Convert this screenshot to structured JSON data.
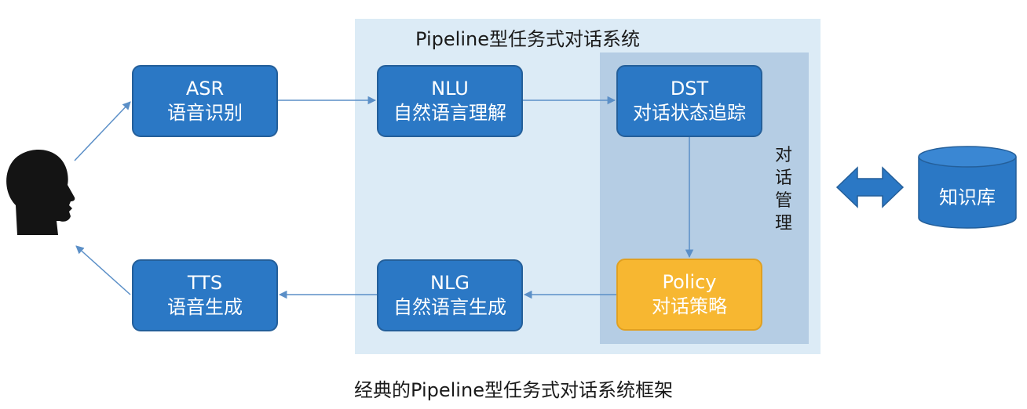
{
  "diagram": {
    "panel_title": "Pipeline型任务式对话系统",
    "dialog_management_label": "对话管理",
    "nodes": {
      "asr": {
        "title": "ASR",
        "subtitle": "语音识别"
      },
      "nlu": {
        "title": "NLU",
        "subtitle": "自然语言理解"
      },
      "dst": {
        "title": "DST",
        "subtitle": "对话状态追踪"
      },
      "policy": {
        "title": "Policy",
        "subtitle": "对话策略"
      },
      "nlg": {
        "title": "NLG",
        "subtitle": "自然语言生成"
      },
      "tts": {
        "title": "TTS",
        "subtitle": "语音生成"
      }
    },
    "knowledge_base": "知识库",
    "caption": "经典的Pipeline型任务式对话系统框架",
    "colors": {
      "box_blue": "#2b78c5",
      "policy_yellow": "#f7b731",
      "outer_panel": "#dcebf6",
      "inner_panel": "#b5cde4",
      "connector": "#5b8fc7"
    },
    "icons": [
      "user-head-icon",
      "double-arrow-icon",
      "database-cylinder-icon"
    ]
  }
}
